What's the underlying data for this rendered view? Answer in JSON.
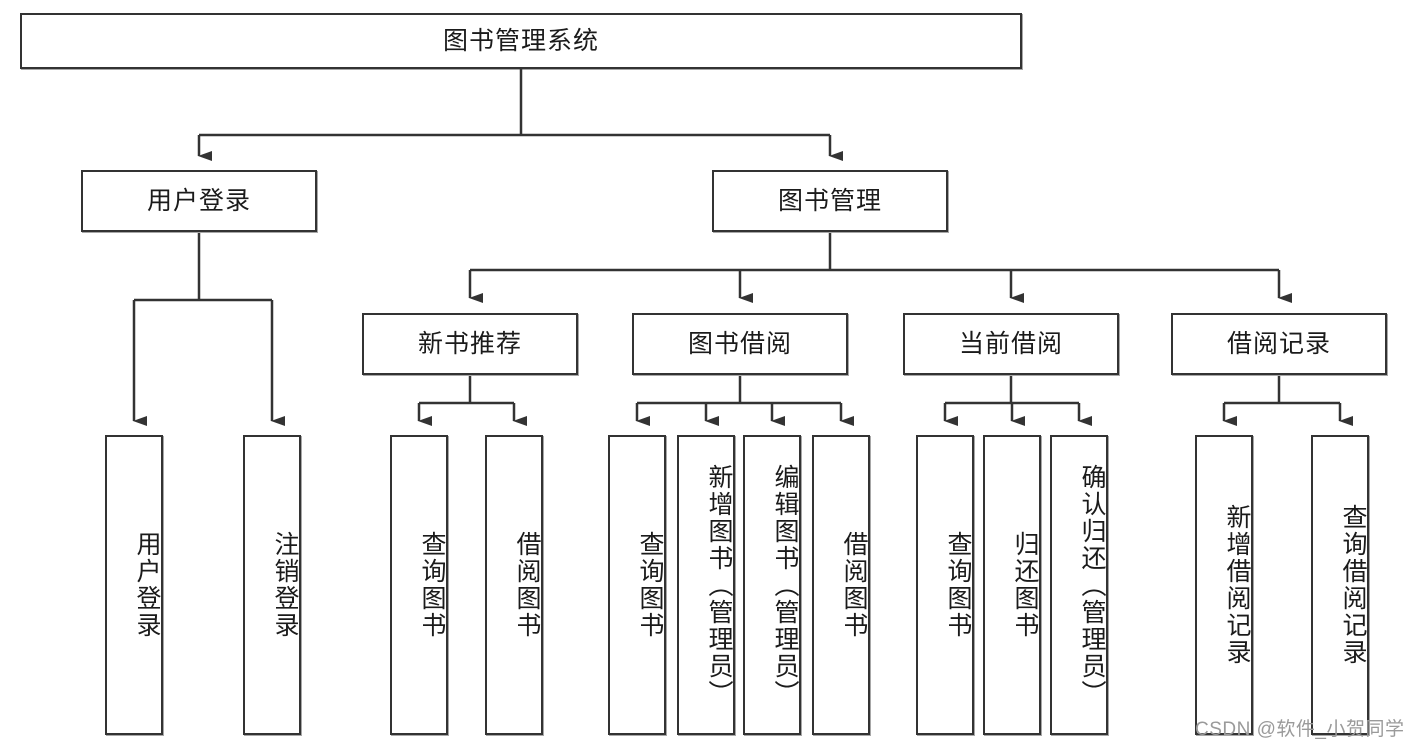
{
  "diagram": {
    "type": "tree",
    "title": "图书管理系统",
    "orientation": "top-down",
    "edge_color": "#333333",
    "box_border_color": "#333333",
    "box_fill_color": "#ffffff",
    "text_color": "#1b1b1b"
  },
  "watermark": "CSDN @软件_小贺同学",
  "nodes": {
    "root": {
      "label": "图书管理系统"
    },
    "level2": [
      {
        "label": "用户登录"
      },
      {
        "label": "图书管理"
      }
    ],
    "level3": [
      {
        "label": "新书推荐"
      },
      {
        "label": "图书借阅"
      },
      {
        "label": "当前借阅"
      },
      {
        "label": "借阅记录"
      }
    ],
    "leaves": {
      "user_login": [
        {
          "label": "用户登录"
        },
        {
          "label": "注销登录"
        }
      ],
      "new_book_recommend": [
        {
          "label": "查询图书"
        },
        {
          "label": "借阅图书"
        }
      ],
      "book_borrow": [
        {
          "label": "查询图书"
        },
        {
          "label": "新增图书（管理员）"
        },
        {
          "label": "编辑图书（管理员）"
        },
        {
          "label": "借阅图书"
        }
      ],
      "current_borrow": [
        {
          "label": "查询图书"
        },
        {
          "label": "归还图书"
        },
        {
          "label": "确认归还（管理员）"
        }
      ],
      "borrow_record": [
        {
          "label": "新增借阅记录"
        },
        {
          "label": "查询借阅记录"
        }
      ]
    }
  }
}
